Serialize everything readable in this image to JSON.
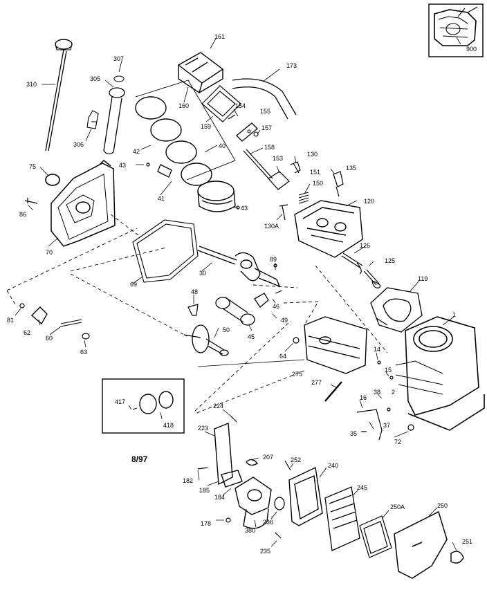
{
  "diagram": {
    "date_code": "8/97",
    "labels": {
      "l161": "161",
      "l307": "307",
      "l310": "310",
      "l305": "305",
      "l173": "173",
      "l160": "160",
      "l154": "154",
      "l155": "155",
      "l159": "159",
      "l157": "157",
      "l306": "306",
      "l42": "42",
      "l40": "40",
      "l158": "158",
      "l130": "130",
      "l43a": "43",
      "l75": "75",
      "l153": "153",
      "l151": "151",
      "l135": "135",
      "l41": "41",
      "l150": "150",
      "l43b": "43",
      "l120": "120",
      "l86": "86",
      "l130a": "130A",
      "l70": "70",
      "l126": "126",
      "l30": "30",
      "l89": "89",
      "l125": "125",
      "l69": "69",
      "l119": "119",
      "l48": "48",
      "l46": "46",
      "l81": "81",
      "l49": "49",
      "l1": "1",
      "l62": "62",
      "l45": "45",
      "l60": "60",
      "l50": "50",
      "l63": "63",
      "l64": "64",
      "l14": "14",
      "l275": "275",
      "l15": "15",
      "l2": "2",
      "l277": "277",
      "l38": "38",
      "l16": "16",
      "l37": "37",
      "l224": "224",
      "l417": "417",
      "l418": "418",
      "l35": "35",
      "l72": "72",
      "l223": "223",
      "l207": "207",
      "l252": "252",
      "l240": "240",
      "l182": "182",
      "l185": "185",
      "l184": "184",
      "l245": "245",
      "l250a": "250A",
      "l250": "250",
      "l236": "236",
      "l178": "178",
      "l380": "380",
      "l251": "251",
      "l235": "235",
      "l900": "900"
    }
  }
}
